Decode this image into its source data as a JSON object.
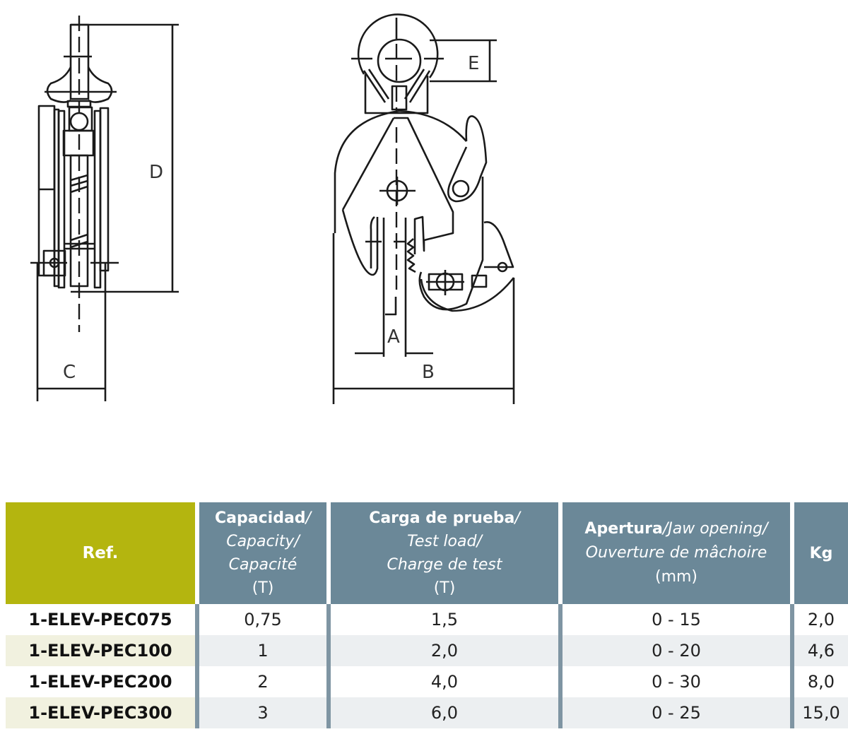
{
  "drawing": {
    "dimension_labels": {
      "a": "A",
      "b": "B",
      "c": "C",
      "d": "D",
      "e": "E"
    }
  },
  "table": {
    "headers": {
      "ref": "Ref.",
      "capacity": {
        "es": "Capacidad",
        "sep": "/",
        "en": "Capacity/",
        "fr": "Capacité",
        "unit": "(T)"
      },
      "test_load": {
        "es": "Carga de prueba",
        "sep": "/",
        "en": "Test load/",
        "fr": "Charge de test",
        "unit": "(T)"
      },
      "jaw": {
        "es": "Apertura",
        "en": "/Jaw opening/",
        "fr": "Ouverture de mâchoire",
        "unit": "(mm)"
      },
      "kg": "Kg"
    },
    "rows": [
      {
        "ref": "1-ELEV-PEC075",
        "capacity": "0,75",
        "test_load": "1,5",
        "jaw": "0 - 15",
        "kg": "2,0"
      },
      {
        "ref": "1-ELEV-PEC100",
        "capacity": "1",
        "test_load": "2,0",
        "jaw": "0 - 20",
        "kg": "4,6"
      },
      {
        "ref": "1-ELEV-PEC200",
        "capacity": "2",
        "test_load": "4,0",
        "jaw": "0 - 30",
        "kg": "8,0"
      },
      {
        "ref": "1-ELEV-PEC300",
        "capacity": "3",
        "test_load": "6,0",
        "jaw": "0 - 25",
        "kg": "15,0"
      }
    ],
    "colors": {
      "ref_header": "#b4b50f",
      "header": "#6b8898",
      "row_alt_ref": "#f1f1df",
      "row_alt": "#eceff1"
    }
  }
}
